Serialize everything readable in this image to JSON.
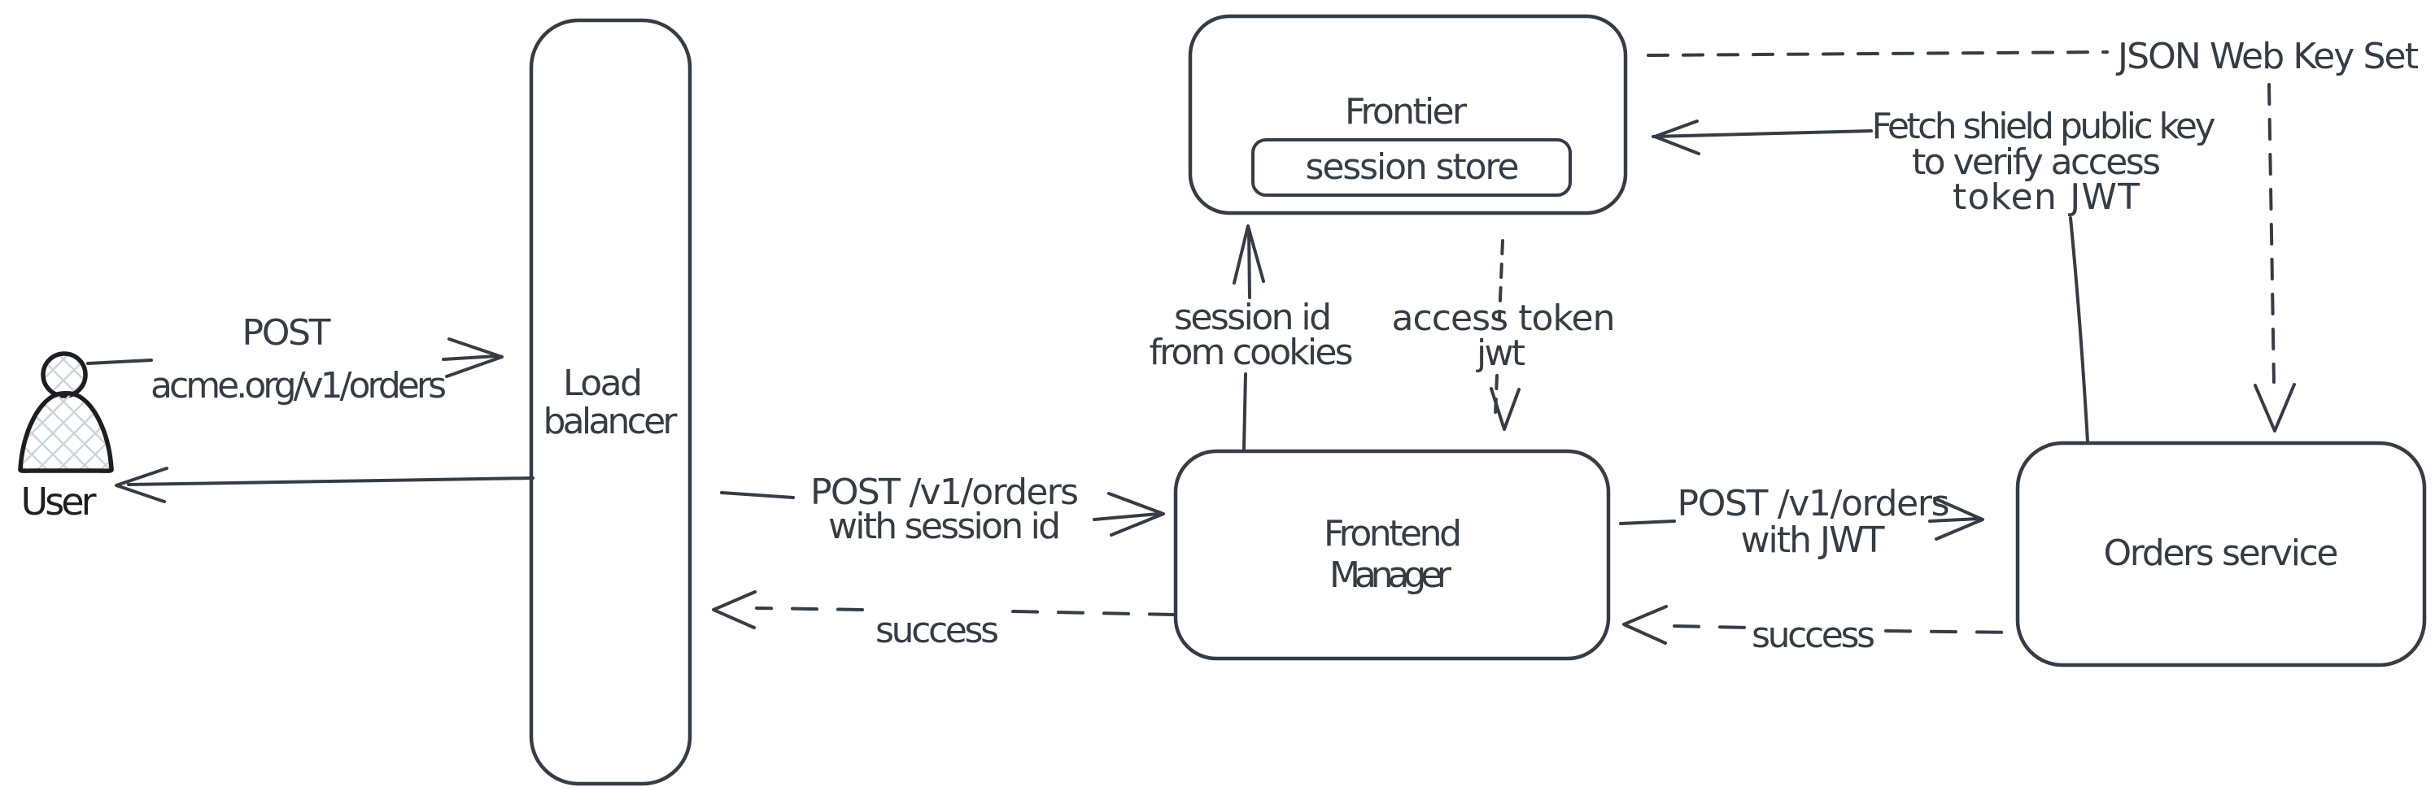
{
  "diagram": {
    "background": "#ffffff",
    "ink_color": "#363c44",
    "user_icon_color": "#1e1e22",
    "hatch_color": "#ccd5dc"
  },
  "nodes": {
    "user": {
      "label": "User"
    },
    "load_balancer": {
      "line1": "Load",
      "line2": "balancer"
    },
    "frontier": {
      "label": "Frontier"
    },
    "session_store": {
      "label": "session store"
    },
    "frontend_manager": {
      "line1": "Frontend",
      "line2": "Manager"
    },
    "orders_service": {
      "label": "Orders service"
    }
  },
  "edges": {
    "user_post": {
      "line1": "POST",
      "line2": "acme.org/v1/orders"
    },
    "lb_post": {
      "line1": "POST /v1/orders",
      "line2": "with session id"
    },
    "lb_success": {
      "label": "success"
    },
    "session_id": {
      "line1": "session id",
      "line2": "from cookies"
    },
    "access_token": {
      "line1": "access token",
      "line2": "jwt"
    },
    "fm_post": {
      "line1": "POST /v1/orders",
      "line2": "with JWT"
    },
    "fm_success": {
      "label": "success"
    },
    "fetch_key": {
      "line1": "Fetch shield public key",
      "line2": "to verify access",
      "line3": "token JWT"
    },
    "jwks": {
      "label": "JSON Web Key Set"
    }
  }
}
